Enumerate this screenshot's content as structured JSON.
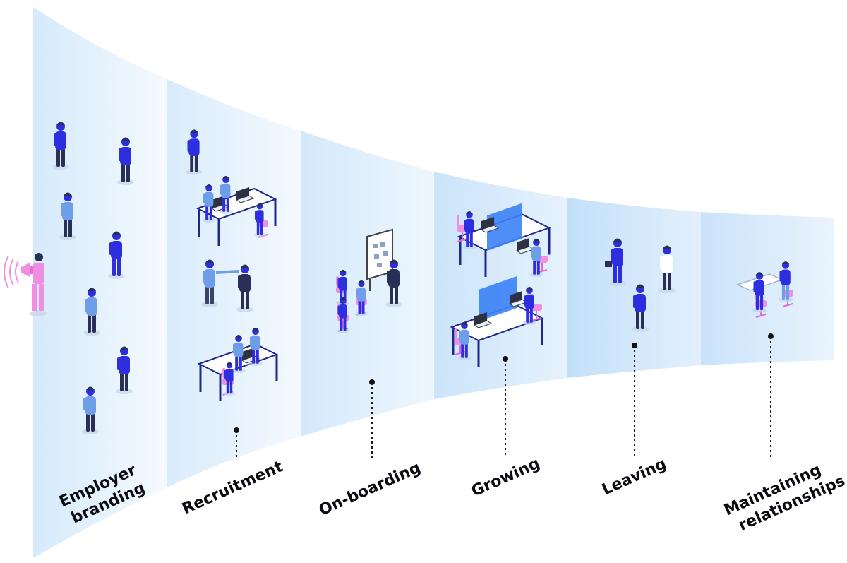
{
  "funnel": {
    "stages": [
      {
        "id": "employer-branding",
        "label_lines": [
          "Employer",
          "branding"
        ]
      },
      {
        "id": "recruitment",
        "label_lines": [
          "Recruitment"
        ]
      },
      {
        "id": "on-boarding",
        "label_lines": [
          "On-boarding"
        ]
      },
      {
        "id": "growing",
        "label_lines": [
          "Growing"
        ]
      },
      {
        "id": "leaving",
        "label_lines": [
          "Leaving"
        ]
      },
      {
        "id": "maintaining-relationships",
        "label_lines": [
          "Maintaining",
          "relationships"
        ]
      }
    ]
  },
  "colors": {
    "funnel_light": "#f3f9fe",
    "funnel_dark": "#cde6fb",
    "figure_blue": "#2c2ee0",
    "figure_light": "#6e9ee8",
    "figure_dark": "#2a2f57",
    "accent_pink": "#ef8ee2",
    "desk_top": "#ffffff",
    "desk_frame": "#1e2a8a",
    "partition": "#3b82f6",
    "ink": "#0b0b12"
  },
  "icons": [
    "megaphone-icon",
    "person-icon",
    "desk-icon",
    "whiteboard-icon",
    "handshake-icon",
    "briefcase-icon"
  ]
}
